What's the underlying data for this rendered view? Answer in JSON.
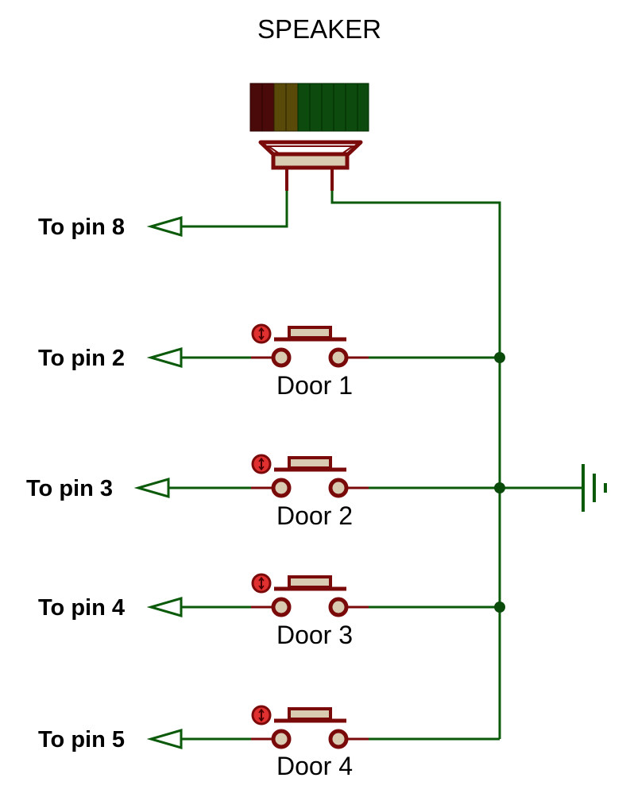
{
  "colors": {
    "wire": "#0a5a0a",
    "component": "#7a0a0a",
    "component_fill": "#d8cbb2",
    "junction": "#0a4a0a",
    "handle": "#e03030"
  },
  "speaker": {
    "label": "SPEAKER",
    "pin_label": "To pin 8"
  },
  "buttons": [
    {
      "pin_label": "To pin 2",
      "name": "Door 1"
    },
    {
      "pin_label": "To pin 3",
      "name": "Door 2"
    },
    {
      "pin_label": "To pin 4",
      "name": "Door 3"
    },
    {
      "pin_label": "To pin 5",
      "name": "Door 4"
    }
  ],
  "ground": {
    "icon": "ground-icon"
  }
}
